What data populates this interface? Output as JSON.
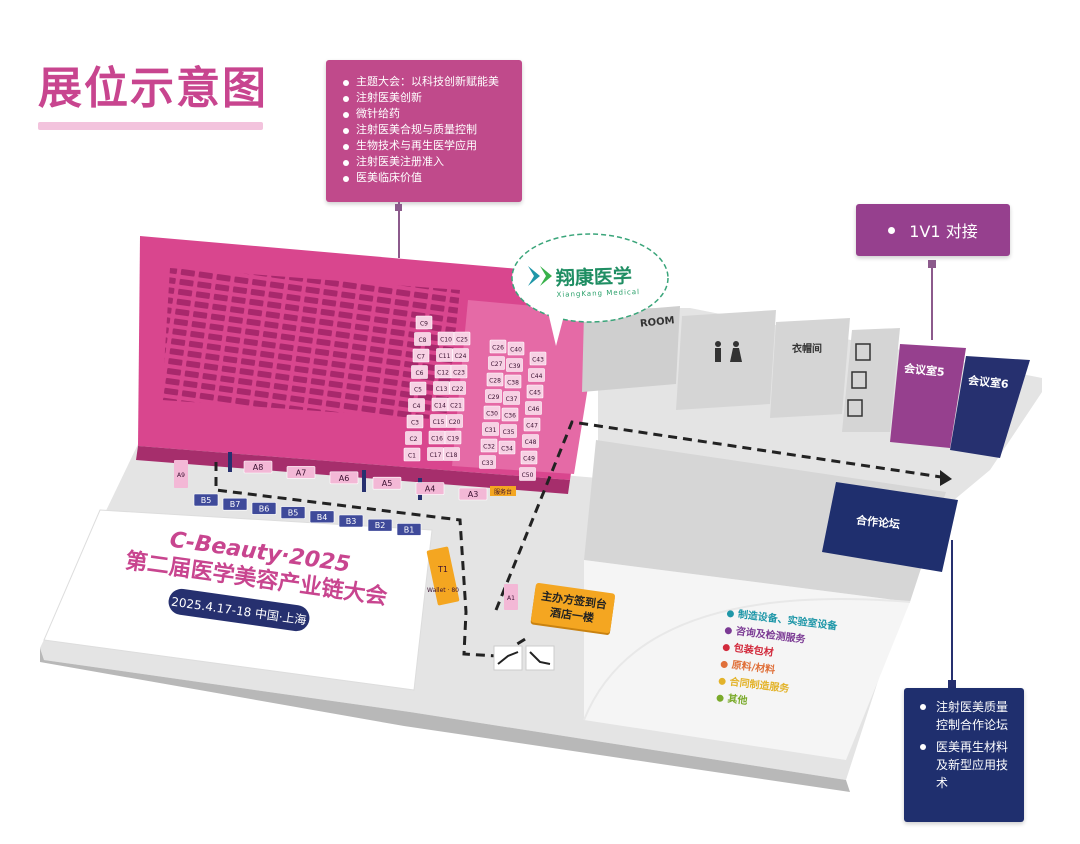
{
  "page": {
    "title": "展位示意图"
  },
  "topics_callout": {
    "items": [
      "主题大会：以科技创新赋能美",
      "注射医美创新",
      "微针给药",
      "注射医美合规与质量控制",
      "生物技术与再生医学应用",
      "注射医美注册准入",
      "医美临床价值"
    ]
  },
  "one_v_one": {
    "label": "1V1 对接"
  },
  "forum_callout": {
    "items": [
      "注射医美质量控制合作论坛",
      "医美再生材料及新型应用技术"
    ]
  },
  "logo": {
    "name": "翔康医学",
    "sub": "XiangKang Medical"
  },
  "rooms": {
    "vip_room": "ROOM",
    "cloakroom": "衣帽间",
    "meeting5": "会议室5",
    "meeting6": "会议室6",
    "forum": "合作论坛",
    "service_desk": "服务台"
  },
  "event": {
    "title_line1": "C-Beauty·2025",
    "title_line2": "第二届医学美容产业链大会",
    "date_place": "2025.4.17-18  中国·上海"
  },
  "registration": {
    "line1": "主办方签到台",
    "line2": "酒店一楼"
  },
  "booths": {
    "a_row": [
      "A8",
      "A7",
      "A6",
      "A5",
      "A4",
      "A3"
    ],
    "a_extra": [
      "A9",
      "A1"
    ],
    "b_row": [
      "B5",
      "B7",
      "B6",
      "B5",
      "B4",
      "B3",
      "B2",
      "B1"
    ],
    "c_col1": [
      "C9",
      "C8",
      "C7",
      "C6",
      "C5",
      "C4",
      "C3",
      "C2",
      "C1"
    ],
    "c_col2": [
      "C10",
      "C11",
      "C12",
      "C13",
      "C14",
      "C15",
      "C16",
      "C17"
    ],
    "c_col3": [
      "C25",
      "C24",
      "C23",
      "C22",
      "C21",
      "C20",
      "C19",
      "C18"
    ],
    "c_col4": [
      "C26",
      "C27",
      "C28",
      "C29",
      "C30",
      "C31",
      "C32",
      "C33"
    ],
    "c_col5": [
      "C40",
      "C39",
      "C38",
      "C37",
      "C36",
      "C35",
      "C34"
    ],
    "c_col6": [
      "C43",
      "C44",
      "C45",
      "C46",
      "C47",
      "C48",
      "C49",
      "C50"
    ],
    "t_booth": "T1",
    "t_note": "Wallet · 80"
  },
  "legend": [
    {
      "label": "制造设备、实验室设备",
      "color": "#1f97a8"
    },
    {
      "label": "咨询及检测服务",
      "color": "#7b3a94"
    },
    {
      "label": "包装包材",
      "color": "#d22a3c"
    },
    {
      "label": "原料/材料",
      "color": "#e0703a"
    },
    {
      "label": "合同制造服务",
      "color": "#e3b32a"
    },
    {
      "label": "其他",
      "color": "#7aaa2a"
    }
  ],
  "colors": {
    "brand": "#c8458f",
    "navy": "#1f2f6e",
    "purple": "#96408e",
    "orange": "#f4a621"
  }
}
